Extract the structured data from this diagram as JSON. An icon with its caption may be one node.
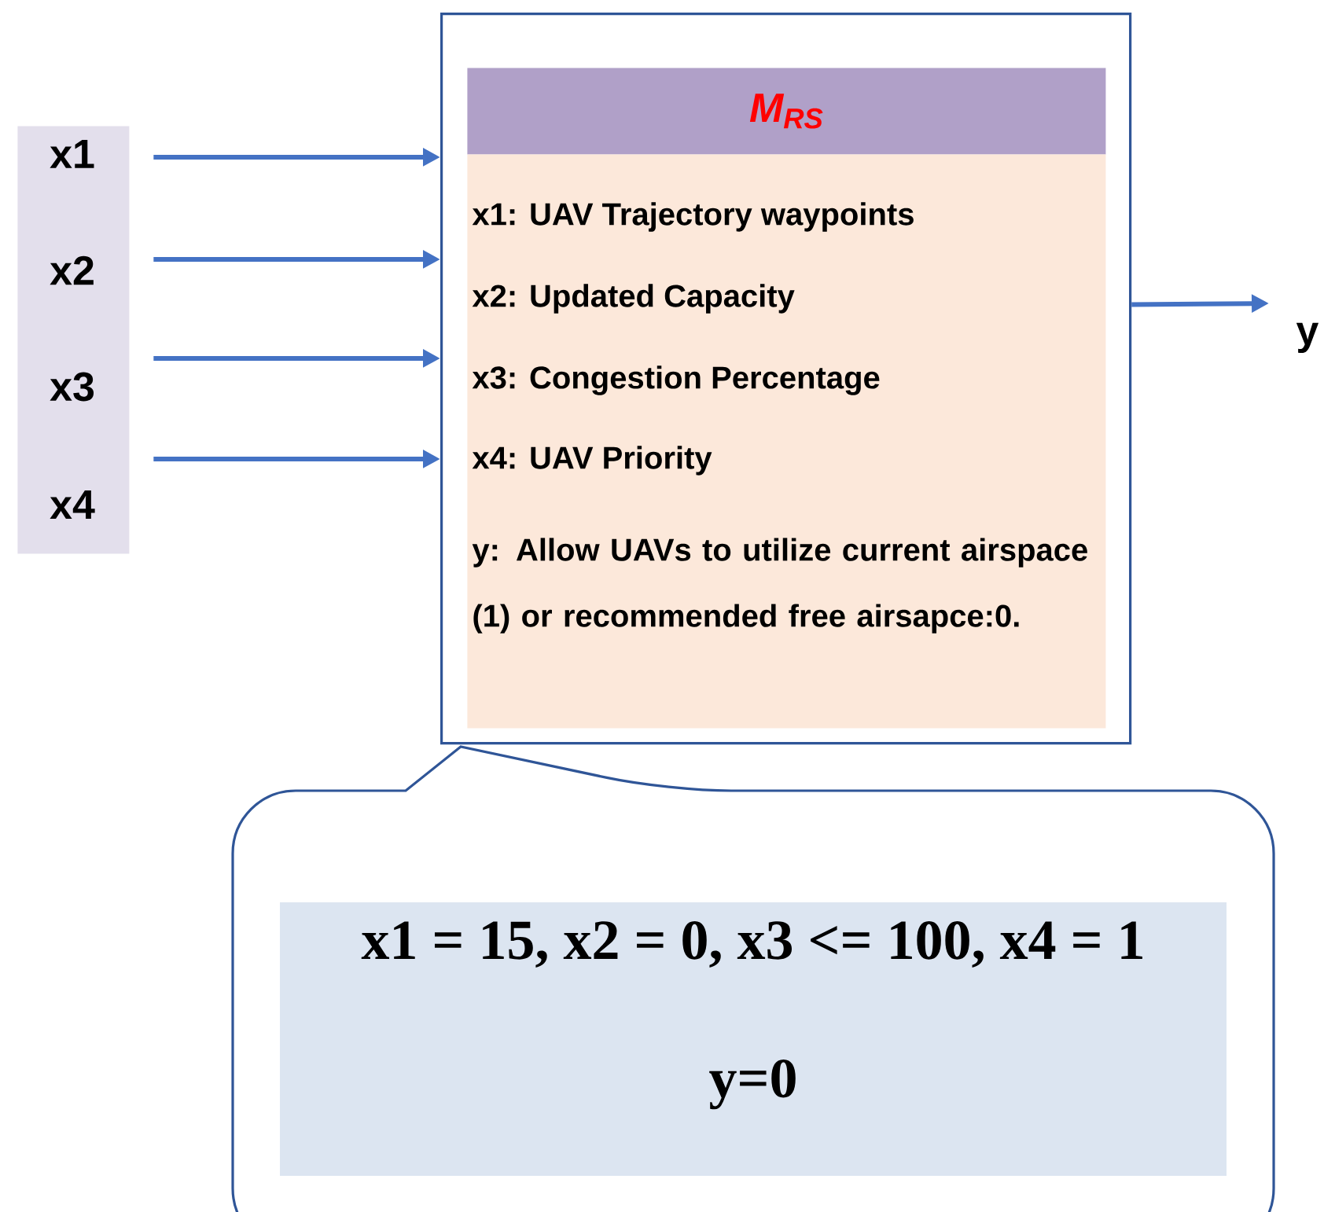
{
  "diagram": {
    "nodes": [
      {
        "text": [],
        "shape": "bar"
      },
      {
        "text": [
          "x1"
        ],
        "in": 0
      },
      {
        "text": [
          "x2"
        ],
        "in": 0
      },
      {
        "text": [
          "x3"
        ],
        "in": 0
      },
      {
        "text": [
          "x4"
        ],
        "in": 0
      },
      {
        "text": [],
        "shape": "box"
      },
      {
        "text": [
          "M$_{RS}$"
        ],
        "in": 5
      },
      {
        "text": [
          "x1: UAV Trajectory waypoints",
          "x2: Updated Capacity",
          "x3: Congestion Percentage",
          "x4: UAV Priority",
          "y: Allow UAVs to utilize current airspace (1) or recommended free airsapce:0."
        ],
        "in": 5
      },
      {
        "text": [
          "y"
        ]
      },
      {
        "text": [],
        "shape": "callout"
      },
      {
        "text": [
          "x1 = 15, x2 = 0, x3 <= 100, x4 = 1",
          "y=0"
        ],
        "in": 9
      }
    ],
    "edges": [
      {
        "from": 1,
        "to": 5,
        "arrow": "to"
      },
      {
        "from": 2,
        "to": 5,
        "arrow": "to"
      },
      {
        "from": 3,
        "to": 5,
        "arrow": "to"
      },
      {
        "from": 4,
        "to": 5,
        "arrow": "to"
      },
      {
        "from": 5,
        "to": 8,
        "arrow": "to"
      }
    ]
  }
}
